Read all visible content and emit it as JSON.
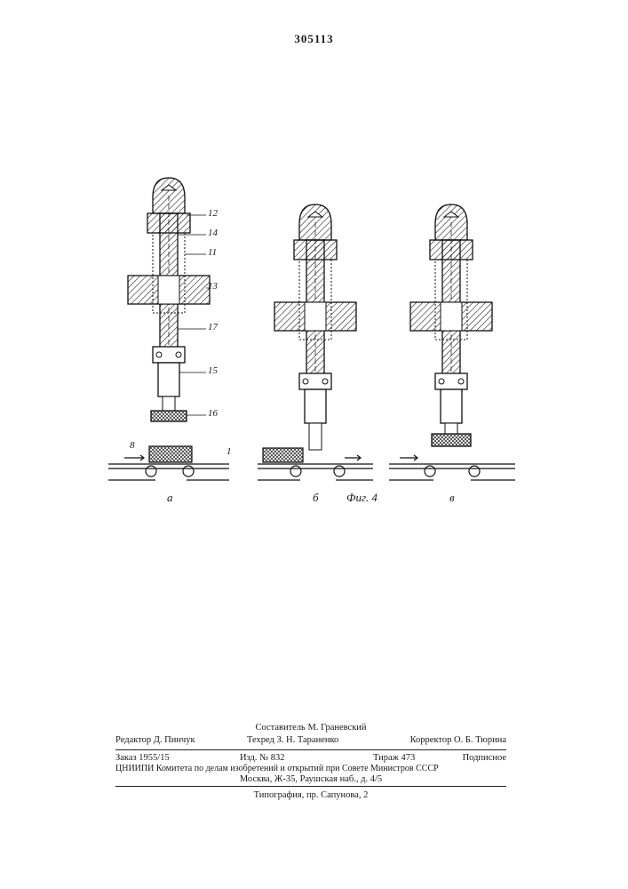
{
  "header": {
    "patent_number": "305113"
  },
  "figure": {
    "caption": "Фиг. 4",
    "sub_labels": [
      "а",
      "б",
      "в"
    ],
    "part_numbers": [
      "12",
      "14",
      "11",
      "13",
      "17",
      "15",
      "16",
      "1",
      "8"
    ]
  },
  "imprint": {
    "compiler": "Составитель М. Граневский",
    "editor": "Редактор Д. Пинчук",
    "techred": "Техред З. Н. Тараненко",
    "corrector": "Корректор О. Б. Тюрина",
    "order": "Заказ 1955/15",
    "edition": "Изд. № 832",
    "print_run": "Тираж 473",
    "subscription": "Подписное",
    "org_line": "ЦНИИПИ Комитета по делам изобретений и открытий при Совете Министров СССР",
    "address": "Москва, Ж-35, Раушская наб., д. 4/5",
    "printing_house": "Типография, пр. Сапунова, 2"
  }
}
